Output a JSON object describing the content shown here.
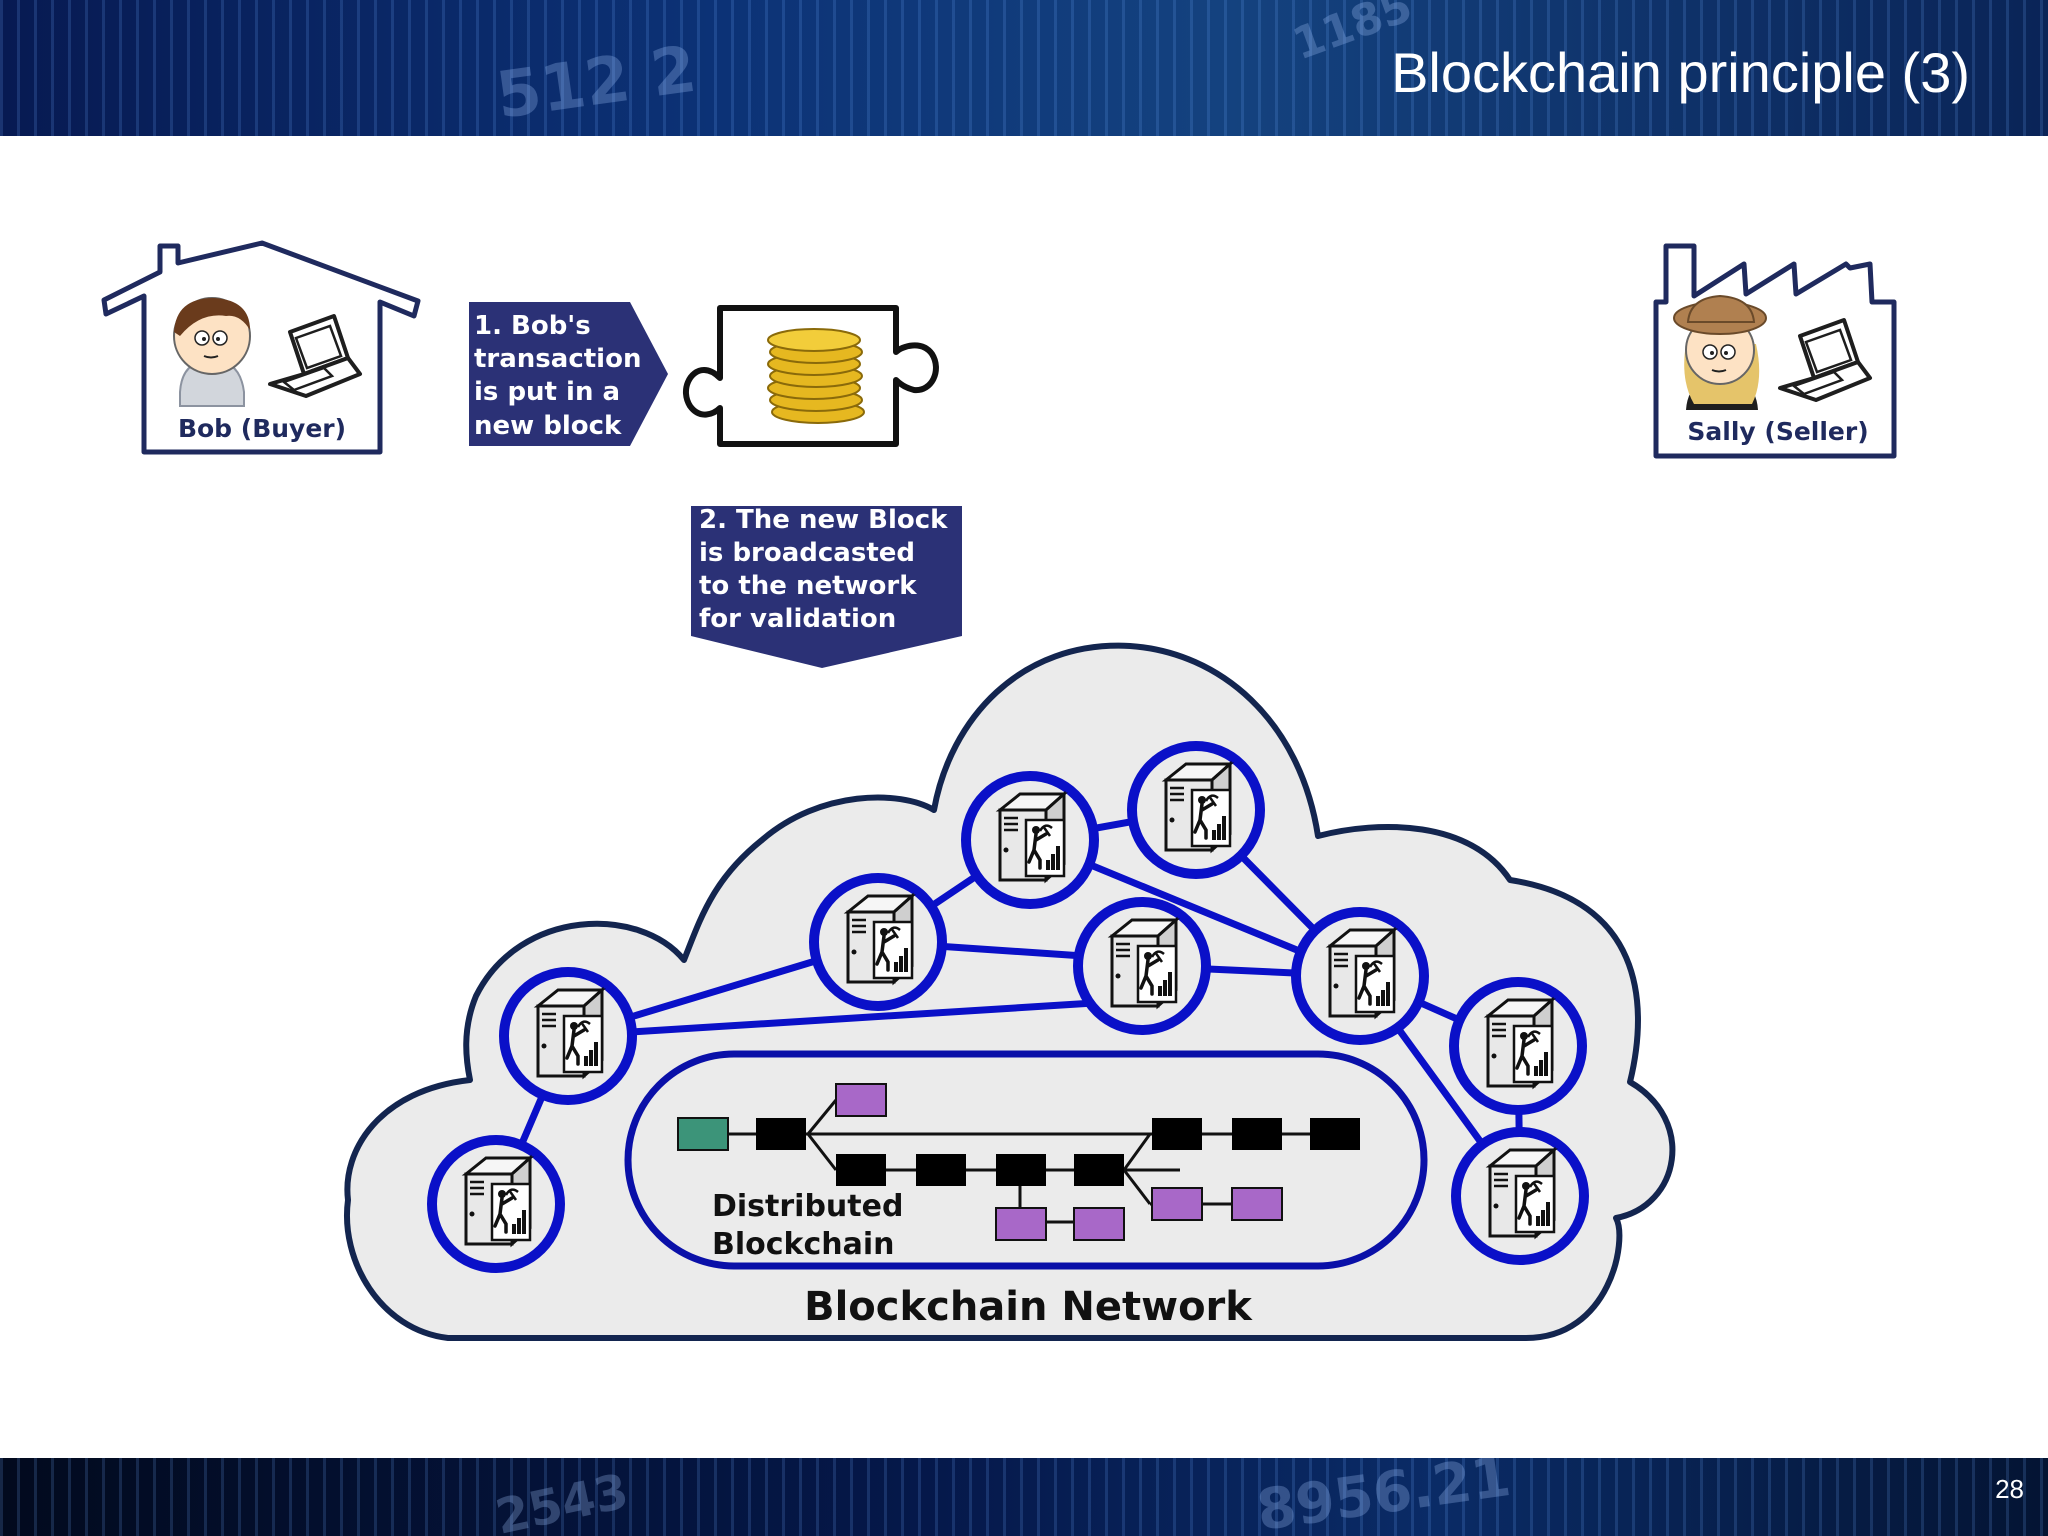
{
  "slide": {
    "title": "Blockchain principle (3)",
    "page_number": "28"
  },
  "background_numbers": {
    "top": "512 2",
    "top2": "1185",
    "bottom": "8956.21",
    "bottom2": "2543"
  },
  "buyer": {
    "label": "Bob (Buyer)"
  },
  "seller": {
    "label": "Sally (Seller)"
  },
  "steps": [
    {
      "lines": [
        "1. Bob's",
        "transaction",
        "is put in a",
        "new block"
      ]
    },
    {
      "lines": [
        "2. The new Block",
        "is broadcasted",
        "to the network",
        "for validation"
      ]
    }
  ],
  "blockchain": {
    "lines": [
      "Distributed",
      "Blockchain"
    ]
  },
  "network": {
    "label": "Blockchain Network"
  },
  "icons": [
    "house-icon",
    "factory-icon",
    "laptop-icon",
    "puzzle-block-icon",
    "coin-stack-icon",
    "miner-server-icon"
  ],
  "colors": {
    "banner_navy": "#2b3176",
    "node_ring": "#0a10c8",
    "cloud_fill": "#ebebeb",
    "cloud_stroke": "#13254f",
    "chain_block": "#000000",
    "orphan_block": "#a868c8",
    "genesis_block": "#3c9479",
    "coin": "#e6b820"
  }
}
